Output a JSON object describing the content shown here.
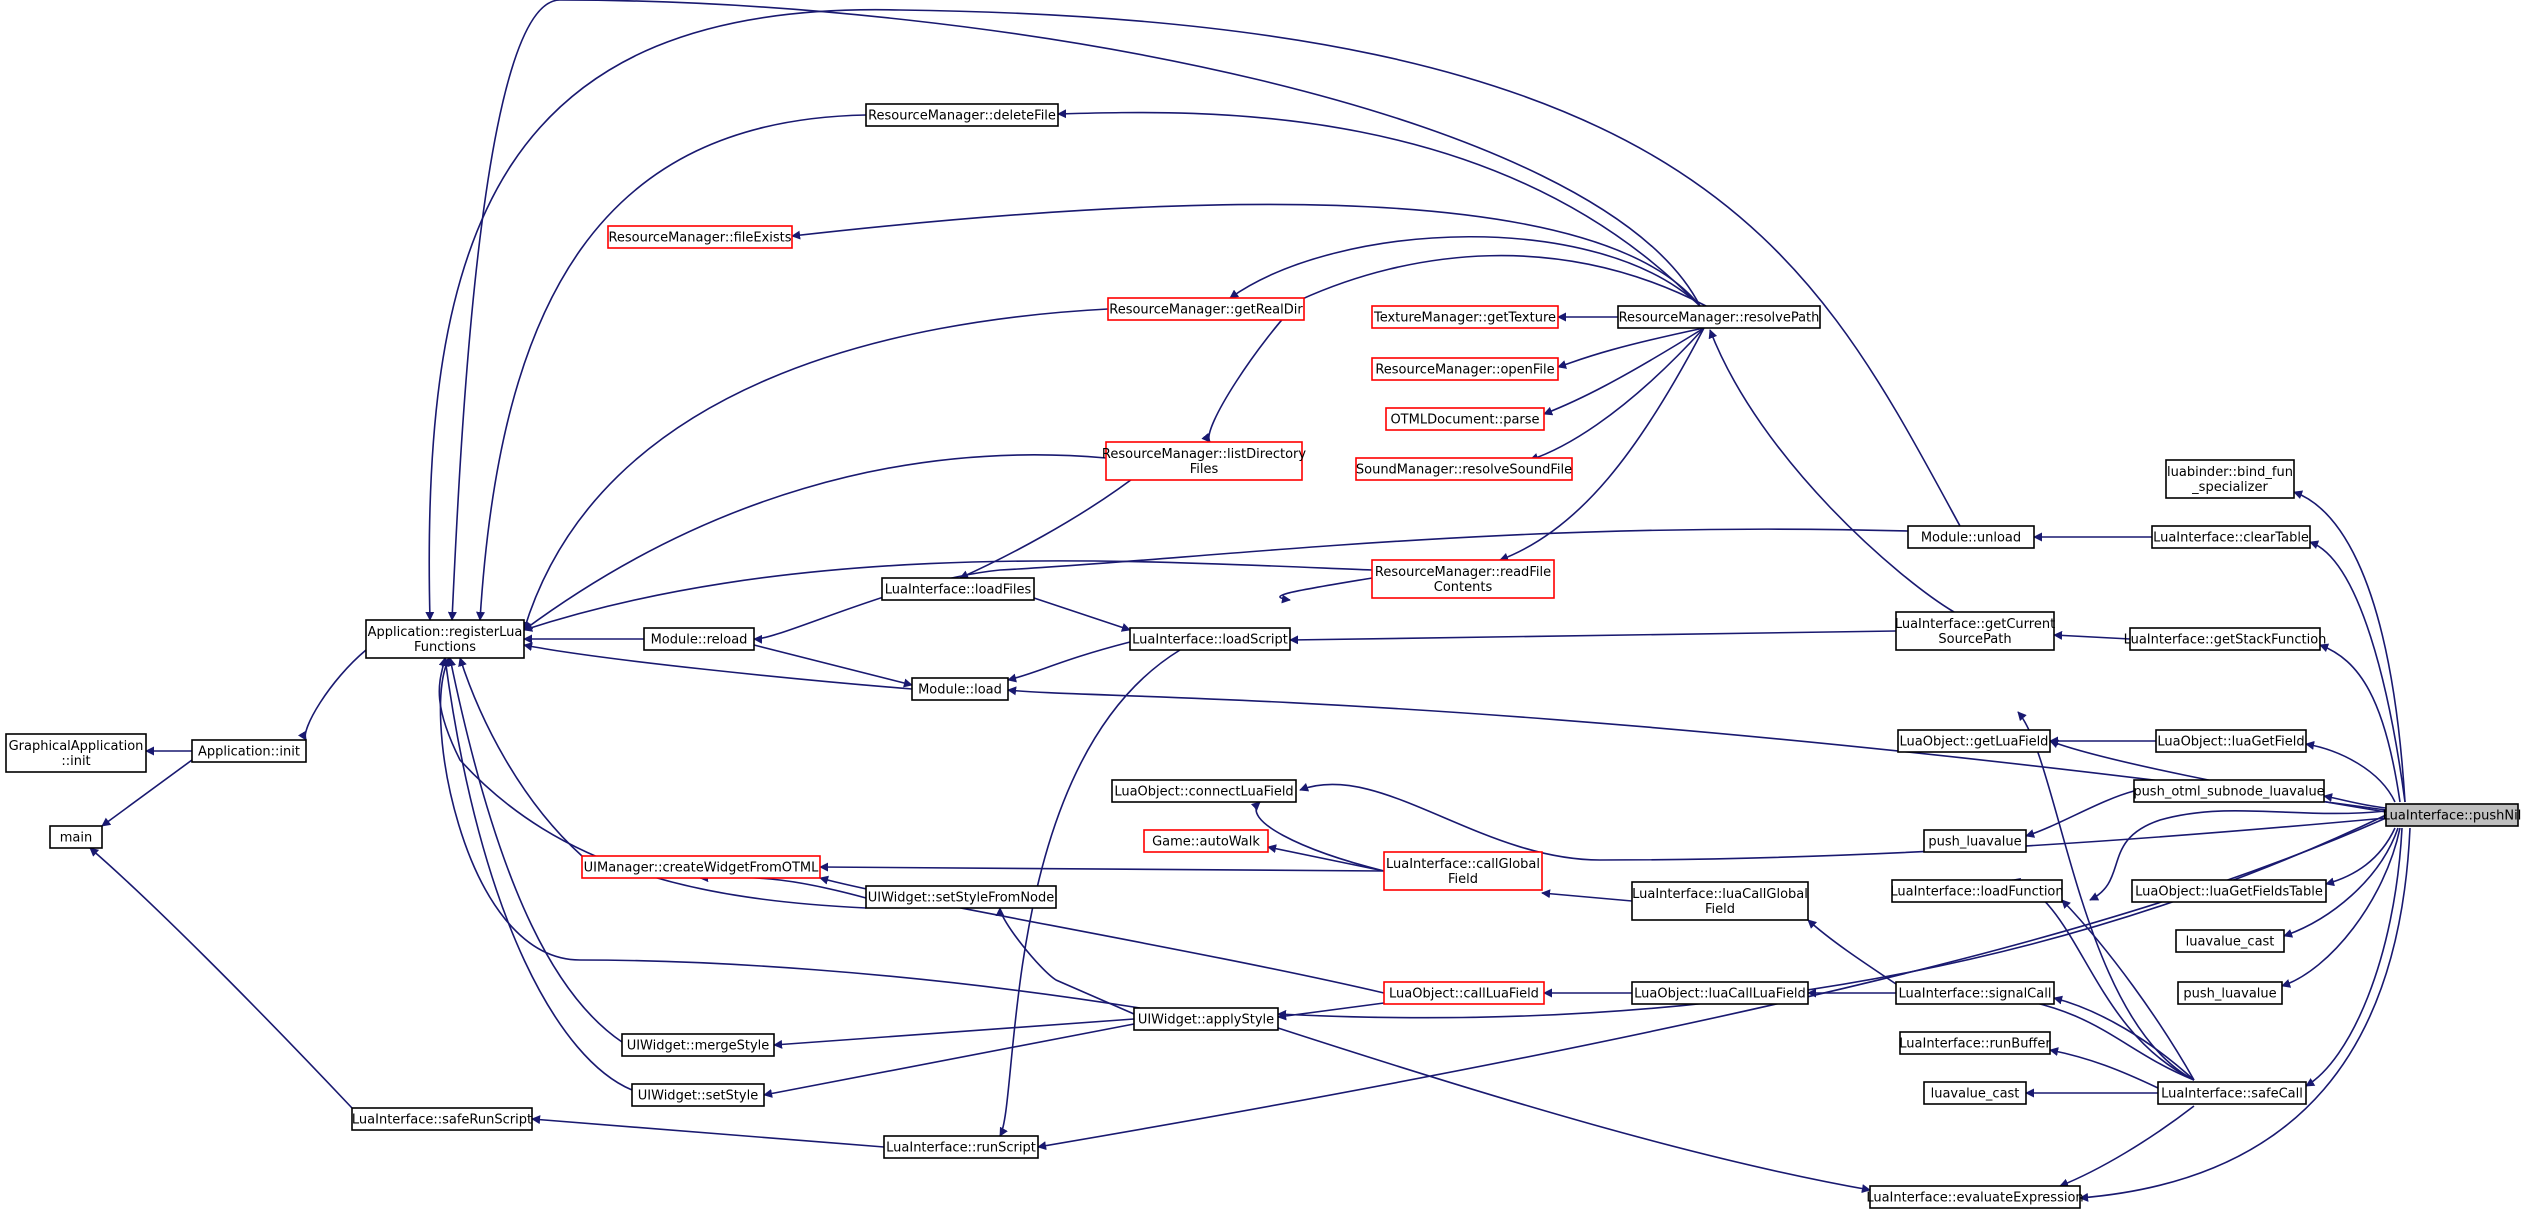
{
  "diagram": {
    "type": "call-graph",
    "colors": {
      "edge": "#191970",
      "node_border": "#000000",
      "node_border_incomplete": "#ff0000",
      "root_fill": "#bfbfbf"
    },
    "nodes": [
      {
        "id": "pushNil",
        "lines": [
          "LuaInterface::pushNil"
        ],
        "style": "root"
      },
      {
        "id": "bindFun",
        "lines": [
          "luabinder::bind_fun",
          "_specializer"
        ],
        "style": "black"
      },
      {
        "id": "clearTable",
        "lines": [
          "LuaInterface::clearTable"
        ],
        "style": "black"
      },
      {
        "id": "getStackFunction",
        "lines": [
          "LuaInterface::getStackFunction"
        ],
        "style": "black"
      },
      {
        "id": "luaGetField",
        "lines": [
          "LuaObject::luaGetField"
        ],
        "style": "black"
      },
      {
        "id": "pushOtml",
        "lines": [
          "push_otml_subnode_luavalue"
        ],
        "style": "black"
      },
      {
        "id": "luaGetFieldsTable",
        "lines": [
          "LuaObject::luaGetFieldsTable"
        ],
        "style": "black"
      },
      {
        "id": "luavalueCast1",
        "lines": [
          "luavalue_cast"
        ],
        "style": "black"
      },
      {
        "id": "pushLuavalue1",
        "lines": [
          "push_luavalue"
        ],
        "style": "black"
      },
      {
        "id": "safeCall",
        "lines": [
          "LuaInterface::safeCall"
        ],
        "style": "black"
      },
      {
        "id": "moduleUnload",
        "lines": [
          "Module::unload"
        ],
        "style": "black"
      },
      {
        "id": "getCurrentSourcePath",
        "lines": [
          "LuaInterface::getCurrent",
          "SourcePath"
        ],
        "style": "black"
      },
      {
        "id": "getLuaField",
        "lines": [
          "LuaObject::getLuaField"
        ],
        "style": "black"
      },
      {
        "id": "pushLuavalue2",
        "lines": [
          "push_luavalue"
        ],
        "style": "black"
      },
      {
        "id": "loadFunction",
        "lines": [
          "LuaInterface::loadFunction"
        ],
        "style": "black"
      },
      {
        "id": "signalCall",
        "lines": [
          "LuaInterface::signalCall"
        ],
        "style": "black"
      },
      {
        "id": "runBuffer",
        "lines": [
          "LuaInterface::runBuffer"
        ],
        "style": "black"
      },
      {
        "id": "luavalueCast2",
        "lines": [
          "luavalue_cast"
        ],
        "style": "black"
      },
      {
        "id": "evaluateExpression",
        "lines": [
          "LuaInterface::evaluateExpression"
        ],
        "style": "black"
      },
      {
        "id": "resolvePath",
        "lines": [
          "ResourceManager::resolvePath"
        ],
        "style": "black"
      },
      {
        "id": "luaCallGlobalField",
        "lines": [
          "LuaInterface::luaCallGlobal",
          "Field"
        ],
        "style": "black"
      },
      {
        "id": "luaCallLuaField",
        "lines": [
          "LuaObject::luaCallLuaField"
        ],
        "style": "black"
      },
      {
        "id": "deleteFile",
        "lines": [
          "ResourceManager::deleteFile"
        ],
        "style": "black"
      },
      {
        "id": "fileExists",
        "lines": [
          "ResourceManager::fileExists"
        ],
        "style": "red"
      },
      {
        "id": "getRealDir",
        "lines": [
          "ResourceManager::getRealDir"
        ],
        "style": "red"
      },
      {
        "id": "getTexture",
        "lines": [
          "TextureManager::getTexture"
        ],
        "style": "red"
      },
      {
        "id": "openFile",
        "lines": [
          "ResourceManager::openFile"
        ],
        "style": "red"
      },
      {
        "id": "otmlParse",
        "lines": [
          "OTMLDocument::parse"
        ],
        "style": "red"
      },
      {
        "id": "resolveSoundFile",
        "lines": [
          "SoundManager::resolveSoundFile"
        ],
        "style": "red"
      },
      {
        "id": "listDirectoryFiles",
        "lines": [
          "ResourceManager::listDirectory",
          "Files"
        ],
        "style": "red"
      },
      {
        "id": "readFileContents",
        "lines": [
          "ResourceManager::readFile",
          "Contents"
        ],
        "style": "red"
      },
      {
        "id": "callGlobalField",
        "lines": [
          "LuaInterface::callGlobal",
          "Field"
        ],
        "style": "red"
      },
      {
        "id": "callLuaField",
        "lines": [
          "LuaObject::callLuaField"
        ],
        "style": "red"
      },
      {
        "id": "gameAutoWalk",
        "lines": [
          "Game::autoWalk"
        ],
        "style": "red"
      },
      {
        "id": "connectLuaField",
        "lines": [
          "LuaObject::connectLuaField"
        ],
        "style": "black"
      },
      {
        "id": "loadFiles",
        "lines": [
          "LuaInterface::loadFiles"
        ],
        "style": "black"
      },
      {
        "id": "loadScript",
        "lines": [
          "LuaInterface::loadScript"
        ],
        "style": "black"
      },
      {
        "id": "moduleReload",
        "lines": [
          "Module::reload"
        ],
        "style": "black"
      },
      {
        "id": "moduleLoad",
        "lines": [
          "Module::load"
        ],
        "style": "black"
      },
      {
        "id": "createWidgetFromOTML",
        "lines": [
          "UIManager::createWidgetFromOTML"
        ],
        "style": "red"
      },
      {
        "id": "setStyleFromNode",
        "lines": [
          "UIWidget::setStyleFromNode"
        ],
        "style": "black"
      },
      {
        "id": "applyStyle",
        "lines": [
          "UIWidget::applyStyle"
        ],
        "style": "black"
      },
      {
        "id": "mergeStyle",
        "lines": [
          "UIWidget::mergeStyle"
        ],
        "style": "black"
      },
      {
        "id": "setStyle",
        "lines": [
          "UIWidget::setStyle"
        ],
        "style": "black"
      },
      {
        "id": "runScript",
        "lines": [
          "LuaInterface::runScript"
        ],
        "style": "black"
      },
      {
        "id": "safeRunScript",
        "lines": [
          "LuaInterface::safeRunScript"
        ],
        "style": "black"
      },
      {
        "id": "registerLuaFunctions",
        "lines": [
          "Application::registerLua",
          "Functions"
        ],
        "style": "black"
      },
      {
        "id": "applicationInit",
        "lines": [
          "Application::init"
        ],
        "style": "black"
      },
      {
        "id": "graphicalInit",
        "lines": [
          "GraphicalApplication",
          "::init"
        ],
        "style": "black"
      },
      {
        "id": "main",
        "lines": [
          "main"
        ],
        "style": "black"
      }
    ]
  }
}
